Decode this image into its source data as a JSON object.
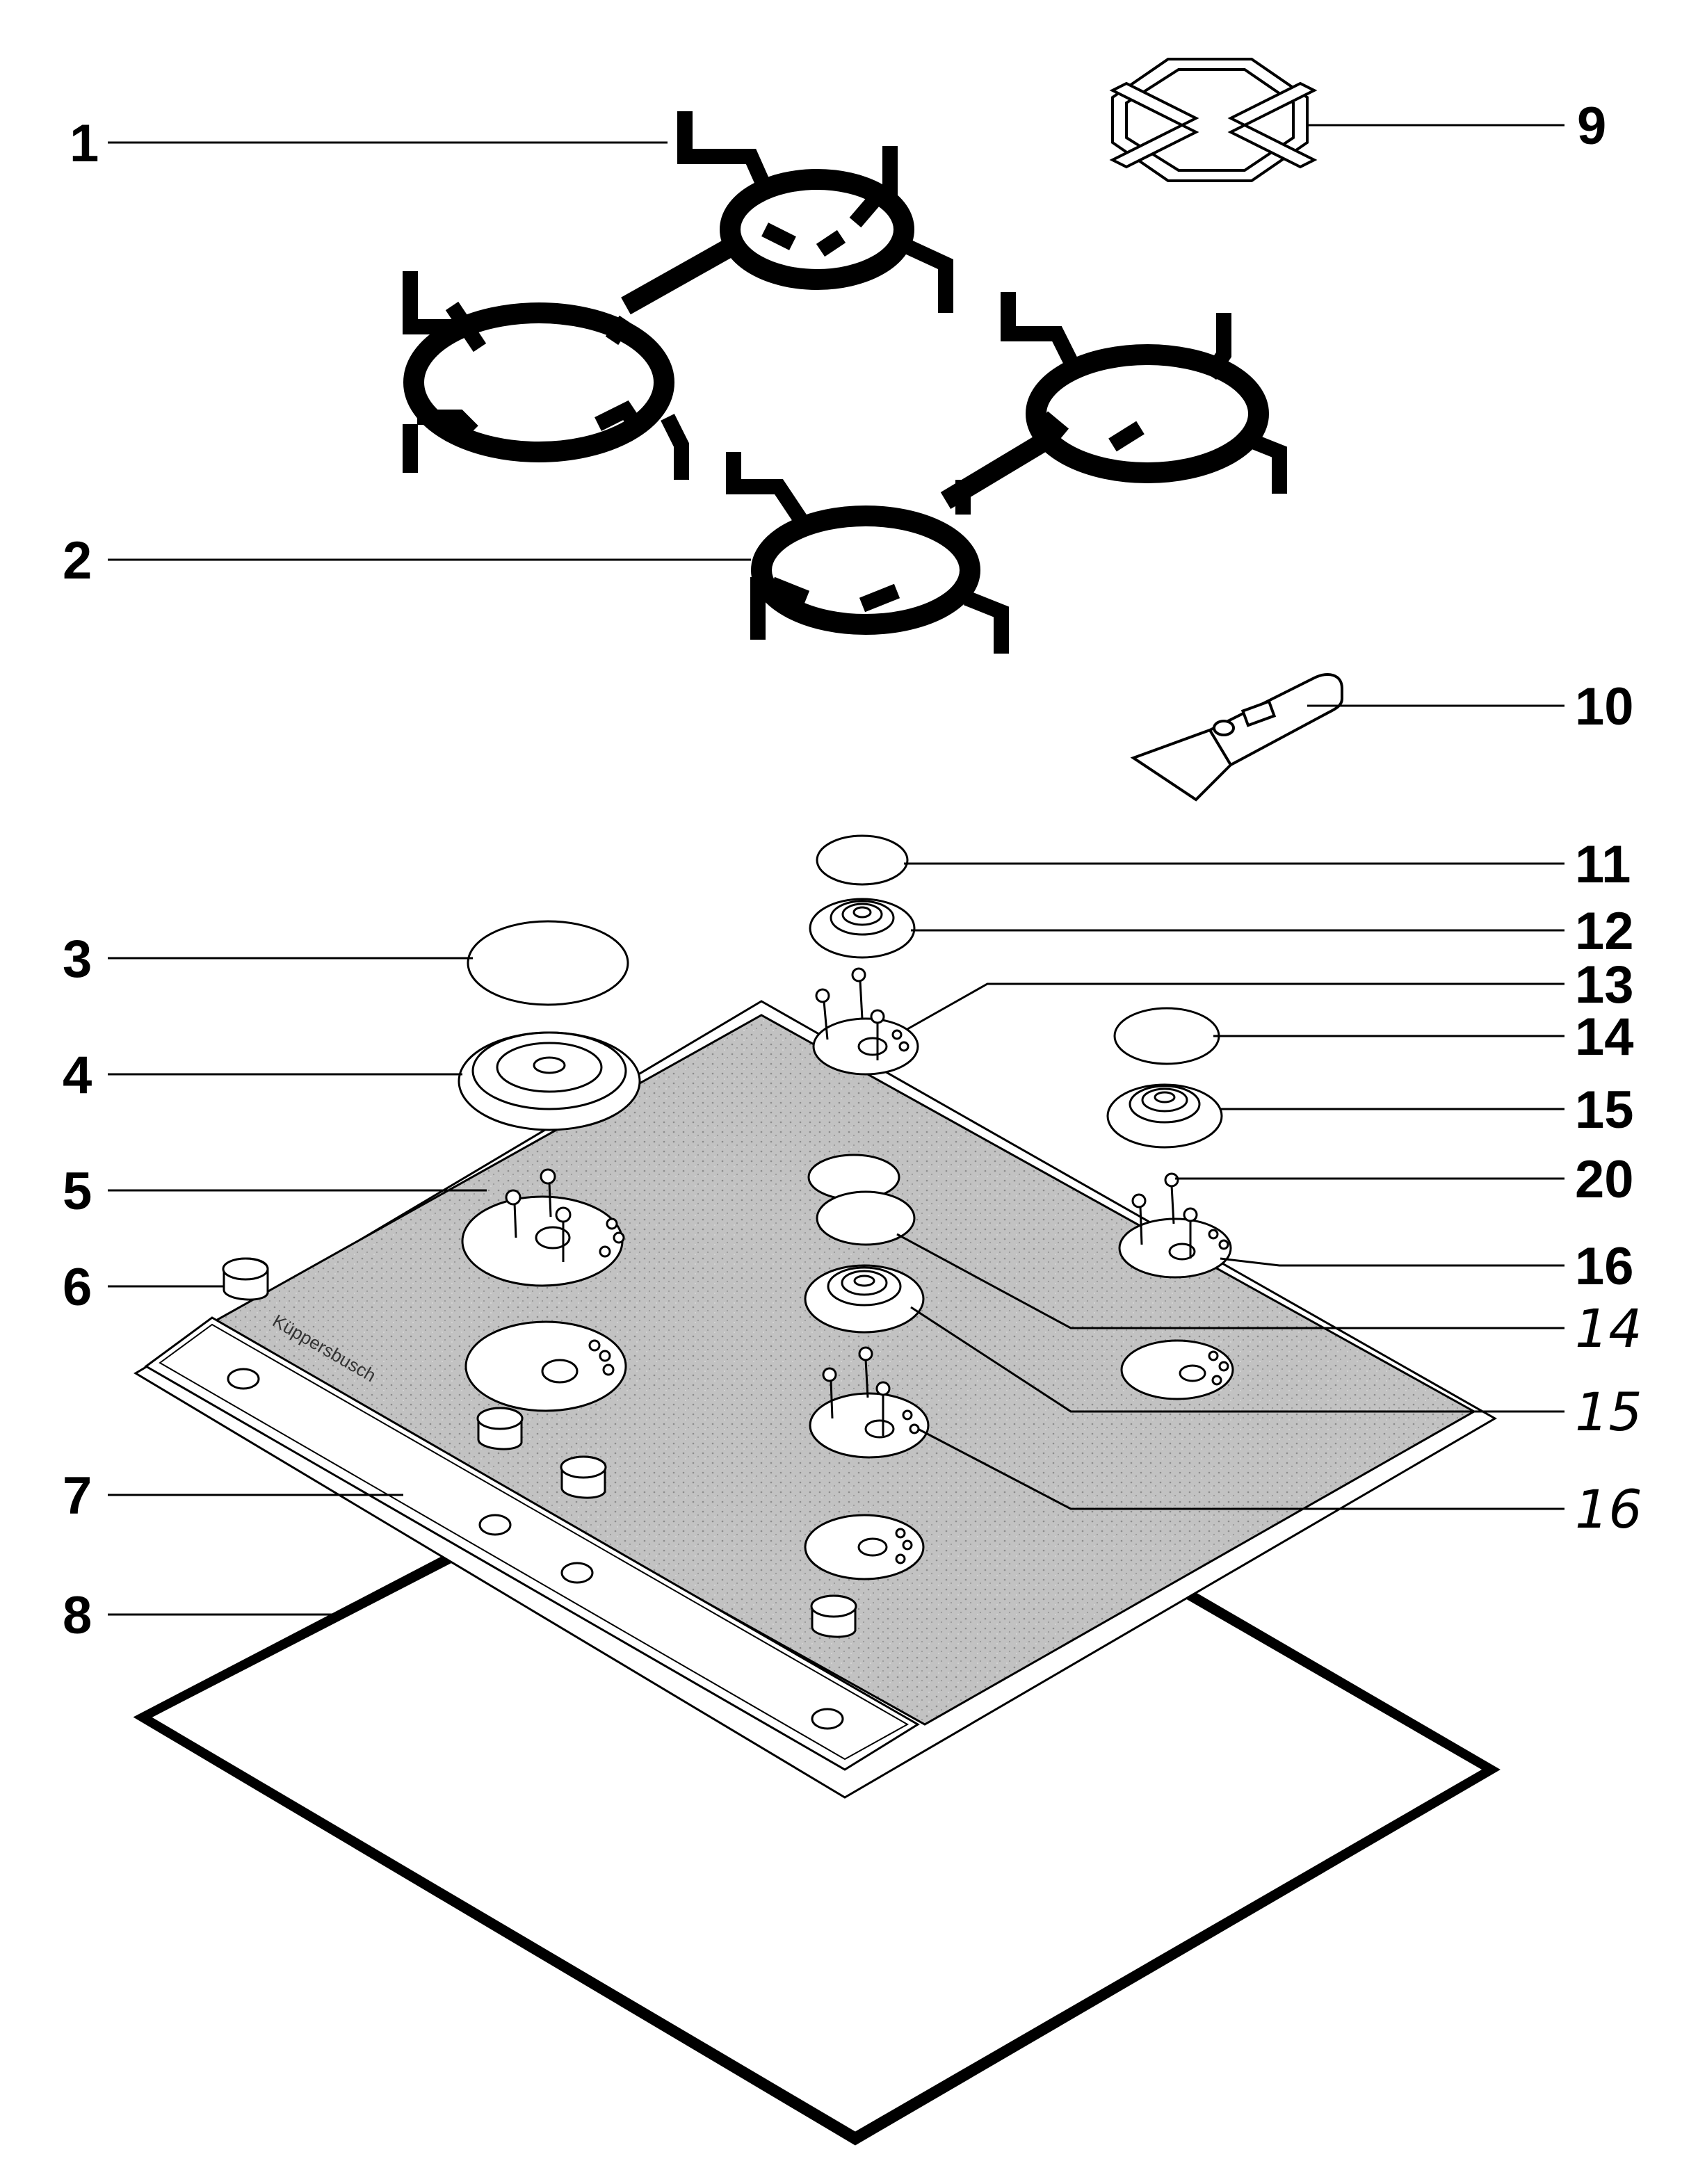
{
  "diagram": {
    "brand_text": "Küppersbusch",
    "callouts": [
      {
        "id": "1",
        "label": "1"
      },
      {
        "id": "2",
        "label": "2"
      },
      {
        "id": "3",
        "label": "3"
      },
      {
        "id": "4",
        "label": "4"
      },
      {
        "id": "5",
        "label": "5"
      },
      {
        "id": "6",
        "label": "6"
      },
      {
        "id": "7",
        "label": "7"
      },
      {
        "id": "8",
        "label": "8"
      },
      {
        "id": "9",
        "label": "9"
      },
      {
        "id": "10",
        "label": "10"
      },
      {
        "id": "11",
        "label": "11"
      },
      {
        "id": "12",
        "label": "12"
      },
      {
        "id": "13",
        "label": "13"
      },
      {
        "id": "14a",
        "label": "14"
      },
      {
        "id": "15a",
        "label": "15"
      },
      {
        "id": "20",
        "label": "20"
      },
      {
        "id": "16a",
        "label": "16"
      },
      {
        "id": "14b",
        "label": "14"
      },
      {
        "id": "15b",
        "label": "15"
      },
      {
        "id": "16b",
        "label": "16"
      }
    ],
    "colors": {
      "ink": "#000000",
      "hob_surface": "#b9b9b9",
      "background": "#ffffff"
    }
  }
}
